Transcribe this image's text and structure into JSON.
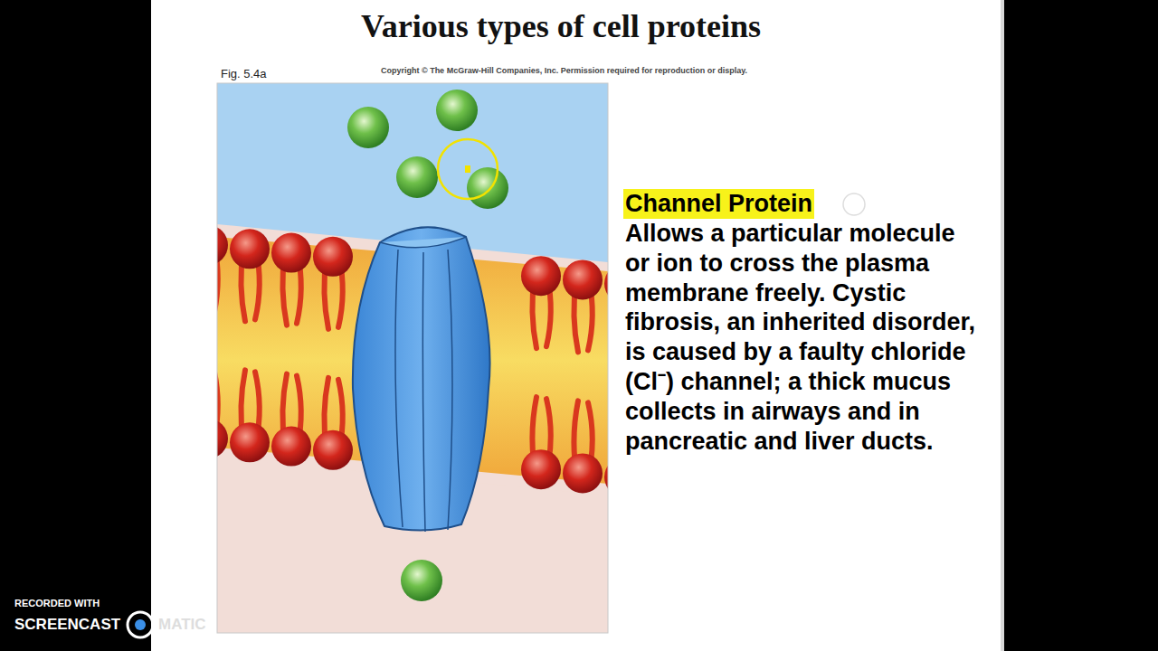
{
  "diagram": {
    "title": "Various types of cell proteins",
    "labels": [
      "Fig. 5.4a",
      "Copyright © The McGraw-Hill Companies, Inc. Permission required for reproduction or display.",
      "Channel Protein",
      "Allows a particular molecule or ion to cross the plasma membrane freely. Cystic fibrosis, an inherited disorder, is caused by a faulty chloride (Cl⁻) channel; a thick mucus collects in airways and in pancreatic and liver ducts.",
      "RECORDED WITH",
      "SCREENCAST",
      "MATIC"
    ]
  }
}
